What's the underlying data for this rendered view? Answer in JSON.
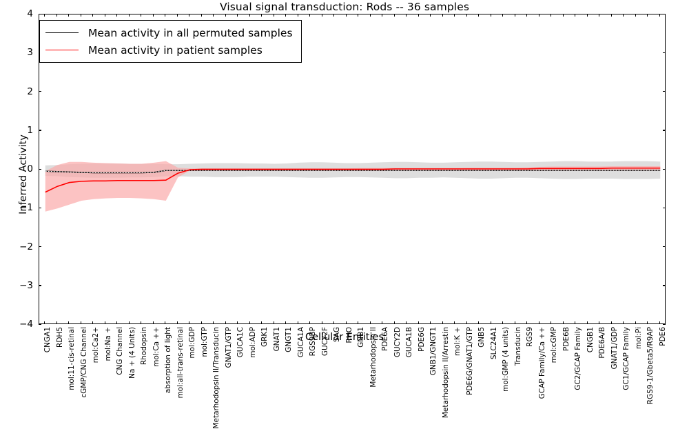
{
  "chart_data": {
    "type": "line",
    "title": "Visual signal transduction: Rods -- 36 samples",
    "xlabel": "Cellular Entities",
    "ylabel": "Inferred Activity",
    "ylim": [
      -4,
      4
    ],
    "yticks": [
      -4,
      -3,
      -2,
      -1,
      0,
      1,
      2,
      3,
      4
    ],
    "grid": false,
    "legend_position": "upper left",
    "legend": [
      {
        "name": "Mean activity in all permuted samples",
        "color": "#000000"
      },
      {
        "name": "Mean activity in patient samples",
        "color": "#ff0000"
      }
    ],
    "categories": [
      "CNGA1",
      "RDH5",
      "mol:11-cis-retinal",
      "cGMP/CNG Channel",
      "mol:Ca2+",
      "mol:Na +",
      "CNG Channel",
      "Na + (4 Units)",
      "Rhodopsin",
      "mol:Ca ++",
      "absorption of light",
      "mol:all-trans-retinal",
      "mol:GDP",
      "mol:GTP",
      "Metarhodopsin II/Transducin",
      "GNAT1/GTP",
      "GUCA1C",
      "mol:ADP",
      "GRK1",
      "GNAT1",
      "GNGT1",
      "GUCA1A",
      "RGS9BP",
      "GUCY2F",
      "SAG",
      "RHO",
      "GNB1",
      "Metarhodopsin II",
      "PDE6A",
      "GUCY2D",
      "GUCA1B",
      "PDE6G",
      "GNB1/GNGT1",
      "Metarhodopsin II/Arrestin",
      "mol:K +",
      "PDE6G/GNAT1/GTP",
      "GNB5",
      "SLC24A1",
      "mol:GMP (4 units)",
      "Transducin",
      "RGS9",
      "GCAP Family/Ca ++",
      "mol:cGMP",
      "PDE6B",
      "GC2/GCAP Family",
      "CNGB1",
      "PDE6A/B",
      "GNAT1/GDP",
      "GC1/GCAP Family",
      "mol:Pi",
      "RGS9-1/Gbeta5/R9AP",
      "PDE6"
    ],
    "series": [
      {
        "name": "Mean activity in all permuted samples",
        "color": "#000000",
        "style": "solid-dotted",
        "values": [
          -0.04,
          -0.05,
          -0.06,
          -0.07,
          -0.08,
          -0.08,
          -0.08,
          -0.08,
          -0.08,
          -0.07,
          -0.02,
          -0.02,
          -0.02,
          -0.02,
          -0.02,
          -0.02,
          -0.02,
          -0.02,
          -0.02,
          -0.02,
          -0.02,
          -0.02,
          -0.02,
          -0.02,
          -0.02,
          -0.02,
          -0.02,
          -0.02,
          -0.02,
          -0.02,
          -0.02,
          -0.02,
          -0.02,
          -0.02,
          -0.02,
          -0.02,
          -0.02,
          -0.02,
          -0.02,
          -0.02,
          -0.02,
          -0.02,
          -0.02,
          -0.02,
          -0.02,
          -0.02,
          -0.02,
          -0.02,
          -0.02,
          -0.02,
          -0.02,
          -0.02
        ],
        "band_name": "permuted samples spread",
        "band_color": "#d8d8d8",
        "band_upper": [
          0.11,
          0.12,
          0.14,
          0.15,
          0.16,
          0.16,
          0.16,
          0.15,
          0.15,
          0.15,
          0.14,
          0.14,
          0.15,
          0.16,
          0.17,
          0.17,
          0.17,
          0.16,
          0.16,
          0.15,
          0.16,
          0.18,
          0.19,
          0.19,
          0.18,
          0.17,
          0.17,
          0.18,
          0.19,
          0.2,
          0.2,
          0.19,
          0.18,
          0.18,
          0.19,
          0.2,
          0.21,
          0.21,
          0.2,
          0.19,
          0.19,
          0.2,
          0.21,
          0.22,
          0.22,
          0.21,
          0.21,
          0.21,
          0.22,
          0.22,
          0.22,
          0.21
        ],
        "band_lower": [
          -0.16,
          -0.17,
          -0.19,
          -0.2,
          -0.21,
          -0.21,
          -0.21,
          -0.2,
          -0.2,
          -0.19,
          -0.17,
          -0.17,
          -0.18,
          -0.18,
          -0.19,
          -0.19,
          -0.19,
          -0.18,
          -0.18,
          -0.18,
          -0.19,
          -0.2,
          -0.21,
          -0.21,
          -0.2,
          -0.19,
          -0.19,
          -0.2,
          -0.21,
          -0.22,
          -0.22,
          -0.21,
          -0.21,
          -0.2,
          -0.21,
          -0.22,
          -0.23,
          -0.23,
          -0.22,
          -0.21,
          -0.21,
          -0.22,
          -0.23,
          -0.24,
          -0.24,
          -0.23,
          -0.23,
          -0.23,
          -0.24,
          -0.24,
          -0.24,
          -0.23
        ]
      },
      {
        "name": "Mean activity in patient samples",
        "color": "#ff0000",
        "style": "solid",
        "values": [
          -0.58,
          -0.43,
          -0.33,
          -0.3,
          -0.29,
          -0.29,
          -0.28,
          -0.28,
          -0.28,
          -0.28,
          -0.27,
          -0.09,
          0.0,
          0.01,
          0.01,
          0.01,
          0.01,
          0.01,
          0.01,
          0.01,
          0.01,
          0.01,
          0.01,
          0.01,
          0.01,
          0.01,
          0.01,
          0.01,
          0.01,
          0.02,
          0.02,
          0.02,
          0.02,
          0.02,
          0.02,
          0.02,
          0.02,
          0.02,
          0.02,
          0.02,
          0.02,
          0.03,
          0.03,
          0.03,
          0.03,
          0.03,
          0.03,
          0.04,
          0.04,
          0.04,
          0.04,
          0.04
        ],
        "band_name": "patient samples spread",
        "band_color": "#fbaaaa",
        "band_upper": [
          -0.04,
          0.12,
          0.2,
          0.2,
          0.18,
          0.17,
          0.16,
          0.15,
          0.15,
          0.18,
          0.22,
          0.05,
          0.03,
          0.03,
          0.03,
          0.03,
          0.03,
          0.03,
          0.03,
          0.03,
          0.03,
          0.03,
          0.03,
          0.03,
          0.03,
          0.03,
          0.04,
          0.04,
          0.04,
          0.04,
          0.04,
          0.04,
          0.04,
          0.04,
          0.04,
          0.05,
          0.05,
          0.05,
          0.05,
          0.05,
          0.06,
          0.07,
          0.08,
          0.08,
          0.08,
          0.08,
          0.08,
          0.09,
          0.09,
          0.09,
          0.09,
          0.09
        ],
        "band_lower": [
          -1.08,
          -1.0,
          -0.9,
          -0.8,
          -0.76,
          -0.74,
          -0.73,
          -0.73,
          -0.74,
          -0.76,
          -0.8,
          -0.2,
          -0.02,
          -0.01,
          -0.01,
          -0.01,
          -0.01,
          -0.01,
          -0.01,
          -0.01,
          -0.01,
          -0.01,
          -0.01,
          -0.01,
          -0.01,
          -0.01,
          -0.01,
          -0.01,
          -0.01,
          -0.01,
          -0.01,
          -0.01,
          -0.01,
          -0.01,
          -0.01,
          -0.01,
          -0.01,
          -0.01,
          -0.01,
          -0.01,
          -0.01,
          -0.01,
          -0.01,
          -0.01,
          -0.01,
          -0.01,
          -0.01,
          -0.01,
          -0.01,
          -0.01,
          -0.01,
          -0.01
        ]
      }
    ]
  }
}
